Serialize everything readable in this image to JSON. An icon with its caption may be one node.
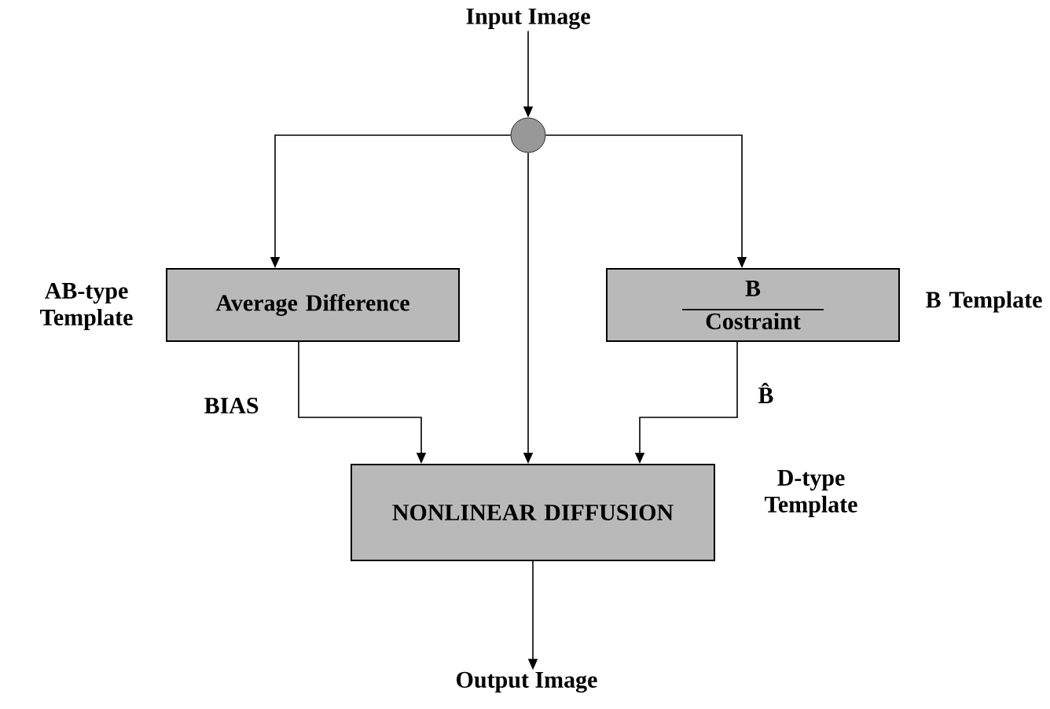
{
  "diagram": {
    "nodes": [
      {
        "text": [
          "Input Image"
        ]
      },
      {
        "text": [],
        "shape": "circle"
      },
      {
        "text": [
          "Average Difference"
        ],
        "beside": [
          "AB-type Template"
        ]
      },
      {
        "text": [
          "B",
          "Costraint"
        ],
        "beside": [
          "B Template"
        ]
      },
      {
        "text": [
          "NONLINEAR DIFFUSION"
        ],
        "beside": [
          "D-type Template"
        ]
      },
      {
        "text": [
          "Output Image"
        ]
      }
    ],
    "edges": [
      {
        "from": 0,
        "to": 1,
        "arrow": "to"
      },
      {
        "from": 1,
        "to": 2,
        "arrow": "to"
      },
      {
        "from": 1,
        "to": 4,
        "arrow": "to"
      },
      {
        "from": 1,
        "to": 3,
        "arrow": "to"
      },
      {
        "from": 2,
        "to": 4,
        "arrow": "to",
        "label": "BIAS"
      },
      {
        "from": 3,
        "to": 4,
        "arrow": "to",
        "label": "B̂"
      },
      {
        "from": 4,
        "to": 5,
        "arrow": "to"
      }
    ]
  }
}
